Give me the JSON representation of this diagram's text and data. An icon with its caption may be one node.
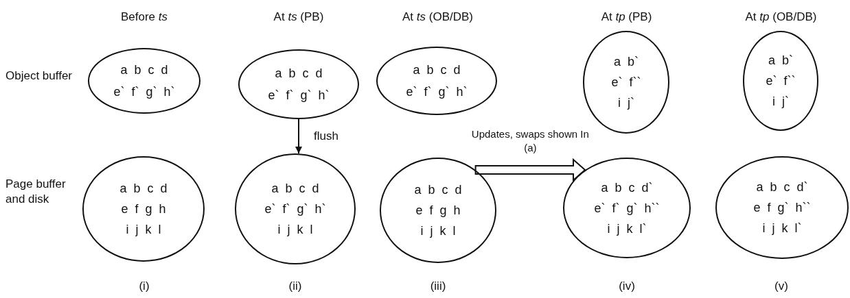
{
  "diagram": {
    "nodes": [
      {
        "text": [
          "a b c d",
          "e` f` g` h`"
        ]
      },
      {
        "text": [
          "a b c d",
          "e` f` g` h`"
        ]
      },
      {
        "text": [
          "a b c d",
          "e` f` g` h`"
        ]
      },
      {
        "text": [
          "a b`",
          "e` f``",
          "i j`"
        ]
      },
      {
        "text": [
          "a b`",
          "e` f``",
          "i j`"
        ]
      },
      {
        "text": [
          "a b c d",
          "e f g h",
          "i j k l"
        ]
      },
      {
        "text": [
          "a b c d",
          "e` f` g` h`",
          "i j k l"
        ]
      },
      {
        "text": [
          "a b c d",
          "e f g h",
          "i j k l"
        ]
      },
      {
        "text": [
          "a b c d`",
          "e` f` g` h``",
          "i j k l`"
        ]
      },
      {
        "text": [
          "a b c d`",
          "e f g` h``",
          "i j k l`"
        ]
      }
    ],
    "edges": [
      {
        "from": 1,
        "to": 6,
        "arrow": "to",
        "label": "flush"
      },
      {
        "from": 7,
        "to": 8,
        "arrow": "to",
        "label": "Updates, swaps shown In (a)",
        "style": "thick"
      }
    ],
    "labels": [
      "Before *ts*",
      "At *ts* (PB)",
      "At *ts* (OB/DB)",
      "At *tp* (PB)",
      "At *tp* (OB/DB)",
      "Object buffer",
      "Page buffer and disk",
      "(i)",
      "(ii)",
      "(iii)",
      "(iv)",
      "(v)"
    ]
  }
}
